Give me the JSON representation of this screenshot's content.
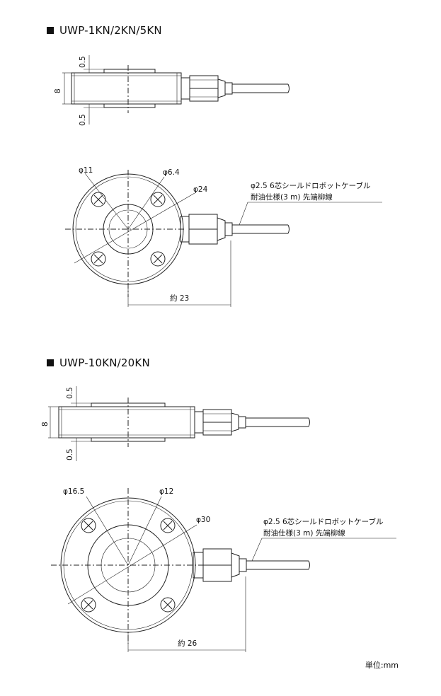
{
  "sections": [
    {
      "title": "UWP-1KN/2KN/5KN",
      "side_dims": {
        "top_gap": "0.5",
        "height": "8",
        "bottom_gap": "0.5"
      },
      "front_dims": {
        "bore": "φ11",
        "hole": "φ6.4",
        "outer": "φ24",
        "length": "約 23"
      },
      "cable_note": [
        "φ2.5 6芯シールドロボットケーブル",
        "耐油仕様(3 m) 先端柳線"
      ]
    },
    {
      "title": "UWP-10KN/20KN",
      "side_dims": {
        "top_gap": "0.5",
        "height": "8",
        "bottom_gap": "0.5"
      },
      "front_dims": {
        "bore": "φ16.5",
        "hole": "φ12",
        "outer": "φ30",
        "length": "約 26"
      },
      "cable_note": [
        "φ2.5 6芯シールドロボットケーブル",
        "耐油仕様(3 m) 先端柳線"
      ]
    }
  ],
  "units": "単位:mm",
  "colors": {
    "line": "#222222",
    "fill": "#ffffff"
  }
}
